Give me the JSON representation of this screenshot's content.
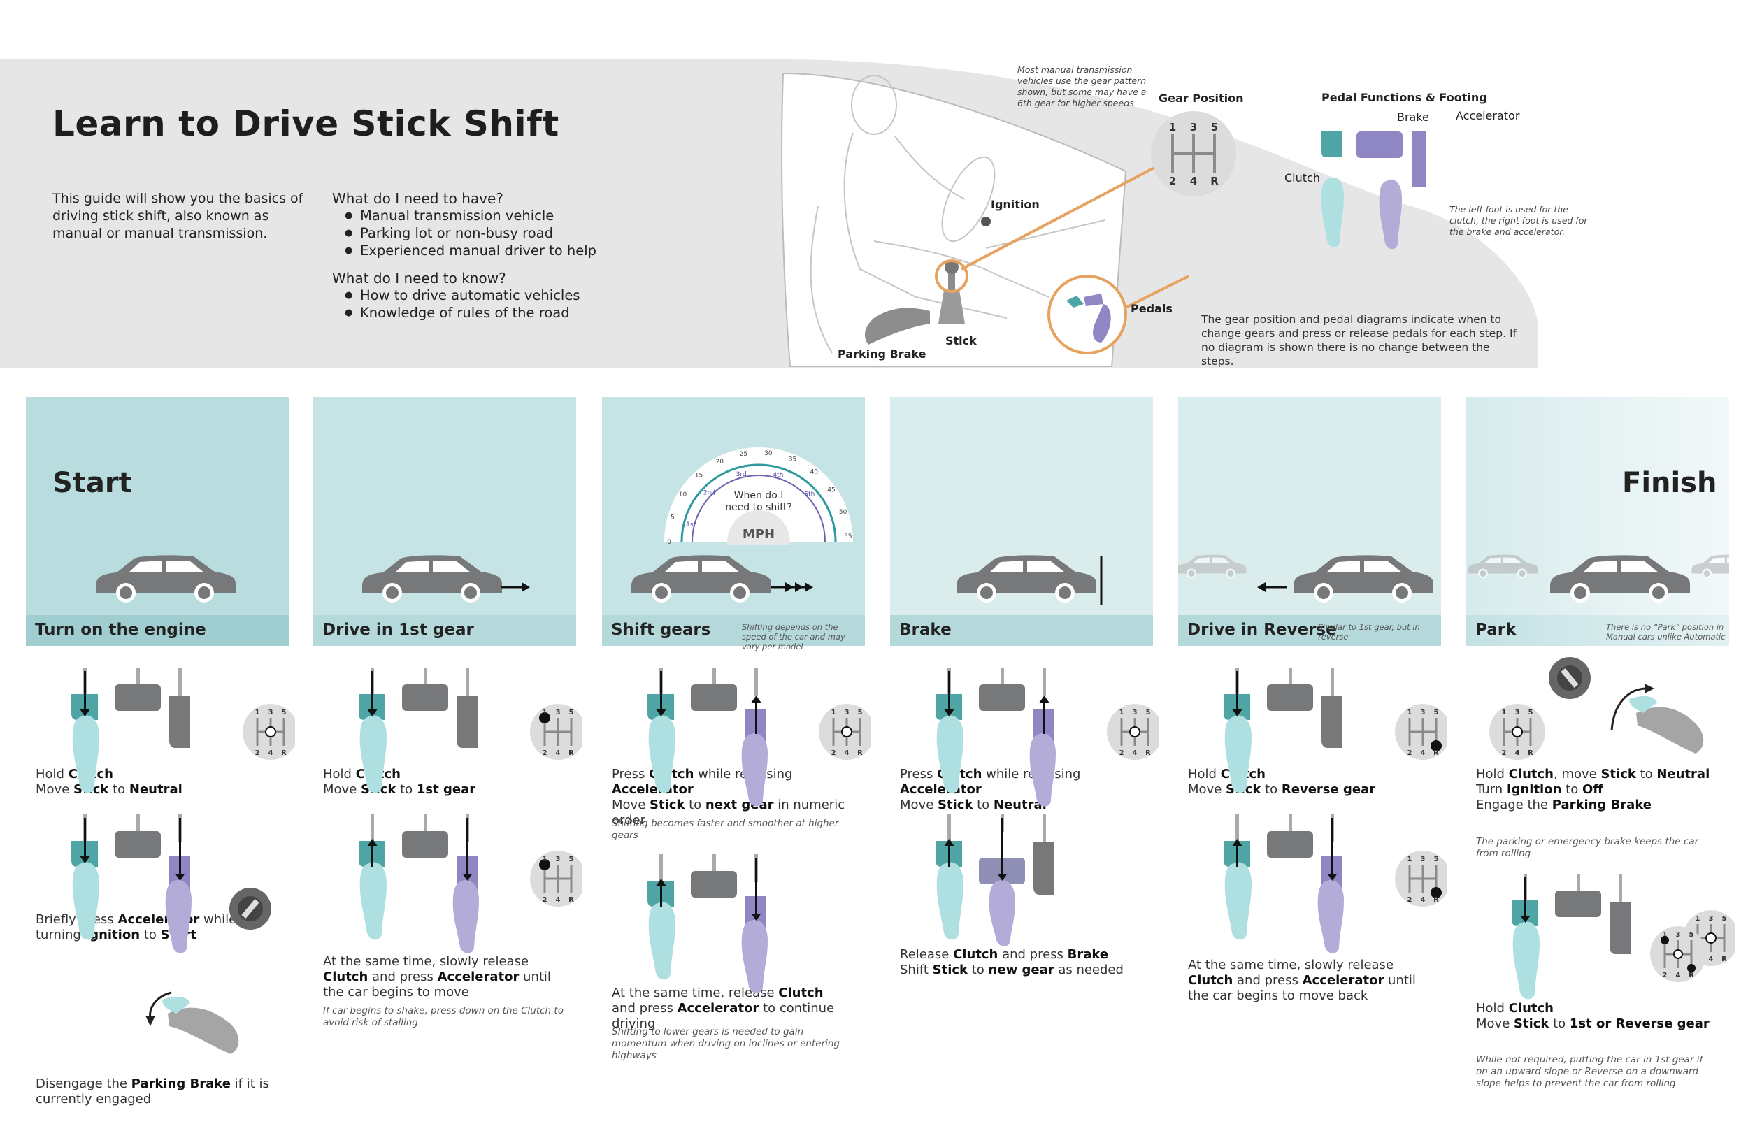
{
  "colors": {
    "header_bg": "#e6e6e6",
    "panel_bg": "#b9dcde",
    "panel_bar": "#9fcdd0",
    "clutch": "#4fa5a6",
    "accelerator": "#8f86c4",
    "brake": "#8f8fb5",
    "pedal_gray": "#77787a",
    "foot_teal": "#aee0e2",
    "foot_purple": "#b3acd8",
    "orange": "#e6a360"
  },
  "title": "Learn to Drive Stick Shift",
  "intro": "This guide will show you the basics of driving stick shift, also known as manual or manual transmission.",
  "have": {
    "question": "What do I need to have?",
    "items": [
      "Manual transmission vehicle",
      "Parking lot or non-busy road",
      "Experienced manual driver to help"
    ]
  },
  "know": {
    "question": "What do I need to know?",
    "items": [
      "How to drive automatic vehicles",
      "Knowledge of rules of the road"
    ]
  },
  "diagram": {
    "ignition": "Ignition",
    "stick": "Stick",
    "parking_brake": "Parking Brake",
    "pedals": "Pedals",
    "gear_position": "Gear Position",
    "gear_note": "Most manual transmission vehicles use the gear pattern shown, but some may have a 6th gear for higher speeds",
    "gear_digits_top": [
      "1",
      "3",
      "5"
    ],
    "gear_digits_bottom": [
      "2",
      "4",
      "R"
    ],
    "pedal_title": "Pedal Functions & Footing",
    "clutch": "Clutch",
    "brake": "Brake",
    "accelerator": "Accelerator",
    "foot_note": "The left foot is used for the clutch, the right foot is used for the brake and accelerator.",
    "diagram_note": "The gear position and pedal diagrams indicate when to change gears and press or release pedals for each step. If no diagram is shown there is no change between the steps."
  },
  "speedometer": {
    "question": "When do I need to shift?",
    "unit": "MPH",
    "ticks": [
      "0",
      "5",
      "10",
      "15",
      "20",
      "25",
      "30",
      "35",
      "40",
      "45",
      "50",
      "55"
    ],
    "gears": [
      "1st",
      "2nd",
      "3rd",
      "4th",
      "5th"
    ]
  },
  "start_label": "Start",
  "finish_label": "Finish",
  "panels": [
    {
      "title": "Turn on the engine",
      "note": "",
      "steps": [
        {
          "text": "Hold <b>Clutch</b><br>Move <b>Stick</b> to <b>Neutral</b>"
        },
        {
          "text": "Briefly press <b>Accelerator</b> while turning <b>Ignition</b> to <b>Start</b>"
        },
        {
          "text": "Disengage the <b>Parking Brake</b> if it is currently engaged"
        }
      ],
      "notes": []
    },
    {
      "title": "Drive in 1st gear",
      "note": "",
      "steps": [
        {
          "text": "Hold <b>Clutch</b><br>Move <b>Stick</b> to <b>1st gear</b>"
        },
        {
          "text": "At the same time, slowly release <b>Clutch</b> and press <b>Accelerator</b> until the car begins to move"
        }
      ],
      "notes": [
        "If car begins to shake, press down on the Clutch to avoid risk of stalling"
      ]
    },
    {
      "title": "Shift gears",
      "note": "Shifting depends on the speed of the car and may vary per model",
      "steps": [
        {
          "text": "Press <b>Clutch</b> while releasing <b>Accelerator</b><br>Move <b>Stick</b> to <b>next gear</b> in numeric order"
        },
        {
          "text": "At the same time, release <b>Clutch</b> and press <b>Accelerator</b> to continue driving"
        }
      ],
      "notes": [
        "Shifting becomes faster and smoother at higher gears",
        "Shifting to lower gears is needed to gain momentum when driving on inclines or entering highways"
      ]
    },
    {
      "title": "Brake",
      "note": "",
      "steps": [
        {
          "text": "Press <b>Clutch</b> while releasing <b>Accelerator</b><br>Move <b>Stick</b> to <b>Neutral</b>"
        },
        {
          "text": "Release <b>Clutch</b> and press <b>Brake</b><br>Shift <b>Stick</b> to <b>new gear</b> as needed"
        }
      ],
      "notes": []
    },
    {
      "title": "Drive in Reverse",
      "note": "Similar to 1st gear, but in reverse",
      "steps": [
        {
          "text": "Hold <b>Clutch</b><br>Move <b>Stick</b> to <b>Reverse gear</b>"
        },
        {
          "text": "At the same time, slowly release <b>Clutch</b> and press <b>Accelerator</b> until the car begins to move back"
        }
      ],
      "notes": []
    },
    {
      "title": "Park",
      "note": "There is no “Park” position in Manual cars unlike Automatic",
      "steps": [
        {
          "text": "Hold <b>Clutch</b>, move <b>Stick</b> to <b>Neutral</b><br>Turn <b>Ignition</b> to <b>Off</b><br>Engage the <b>Parking Brake</b>"
        },
        {
          "text": "Hold <b>Clutch</b><br>Move <b>Stick</b> to <b>1st or Reverse gear</b>"
        }
      ],
      "notes": [
        "The parking or emergency brake keeps the car from rolling",
        "While not required, putting the car in 1st gear if on an upward slope or Reverse on a downward slope helps to prevent the car from rolling"
      ]
    }
  ]
}
